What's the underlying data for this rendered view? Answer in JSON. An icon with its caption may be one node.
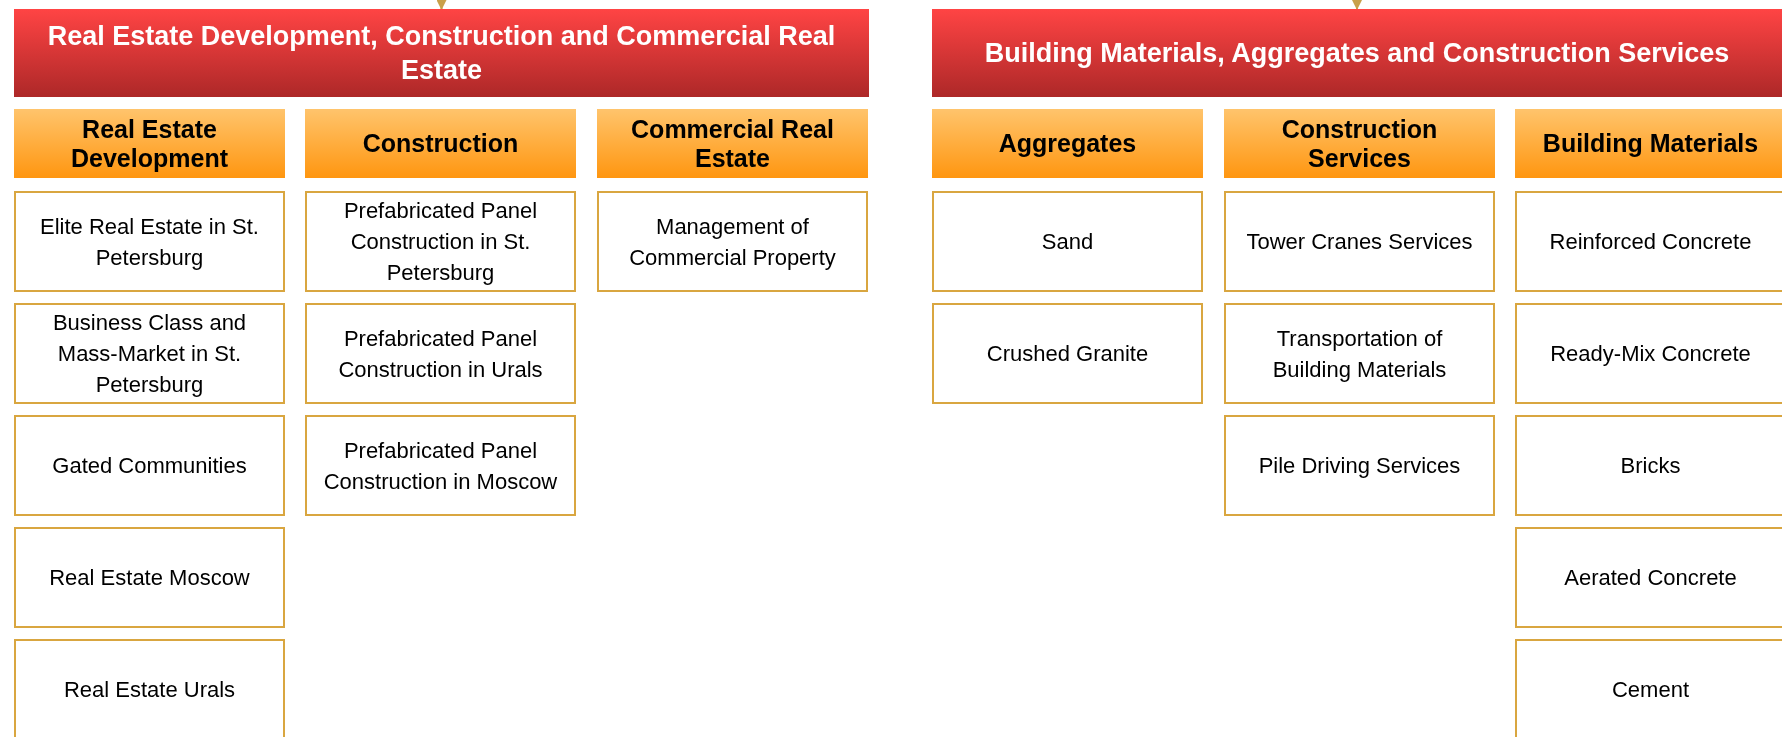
{
  "diagram": {
    "nodes": [
      {
        "text": [
          "Real Estate Development, Construction and Commercial Real Estate"
        ]
      },
      {
        "text": [
          "Real Estate Development"
        ]
      },
      {
        "text": [
          "Construction"
        ]
      },
      {
        "text": [
          "Commercial Real Estate"
        ]
      },
      {
        "text": [
          "Elite Real Estate in St. Petersburg"
        ]
      },
      {
        "text": [
          "Business Class and Mass-Market in St. Petersburg"
        ]
      },
      {
        "text": [
          "Gated Communities"
        ]
      },
      {
        "text": [
          "Real Estate Moscow"
        ]
      },
      {
        "text": [
          "Real Estate Urals"
        ]
      },
      {
        "text": [
          "Prefabricated Panel Construction in St. Petersburg"
        ]
      },
      {
        "text": [
          "Prefabricated Panel Construction in Urals"
        ]
      },
      {
        "text": [
          "Prefabricated Panel Construction in Moscow"
        ]
      },
      {
        "text": [
          "Management of Commercial Property"
        ]
      },
      {
        "text": [
          "Building Materials, Aggregates and Construction Services"
        ]
      },
      {
        "text": [
          "Aggregates"
        ]
      },
      {
        "text": [
          "Construction Services"
        ]
      },
      {
        "text": [
          "Building Materials"
        ]
      },
      {
        "text": [
          "Sand"
        ]
      },
      {
        "text": [
          "Crushed Granite"
        ]
      },
      {
        "text": [
          "Tower Cranes Services"
        ]
      },
      {
        "text": [
          "Transportation of Building Materials"
        ]
      },
      {
        "text": [
          "Pile Driving Services"
        ]
      },
      {
        "text": [
          "Reinforced Concrete"
        ]
      },
      {
        "text": [
          "Ready-Mix Concrete"
        ]
      },
      {
        "text": [
          "Bricks"
        ]
      },
      {
        "text": [
          "Aerated Concrete"
        ]
      },
      {
        "text": [
          "Cement"
        ]
      }
    ],
    "edges": [
      {
        "from": null,
        "to": 0,
        "arrow": "to"
      },
      {
        "from": null,
        "to": 13,
        "arrow": "to"
      }
    ]
  }
}
